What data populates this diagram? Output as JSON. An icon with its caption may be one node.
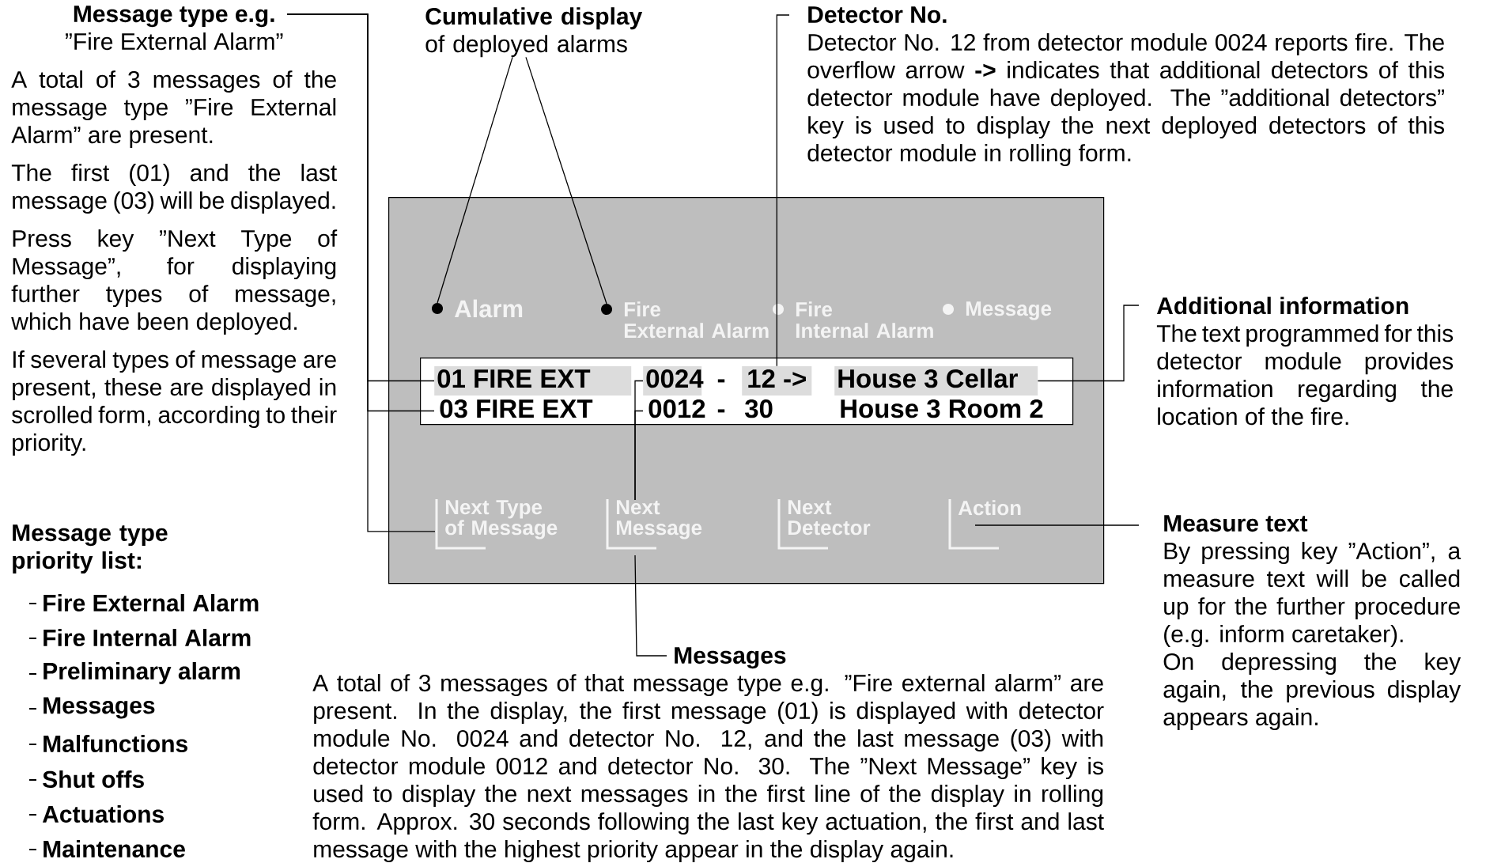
{
  "diagram": {
    "nodes": [
      {
        "text": [
          "Message type e.g.",
          "”Fire External Alarm”",
          "A total of 3 messages of the message type ”Fire External Alarm” are present.",
          "The first (01) and the last message (03) will be displayed.",
          "Press key ”Next Type of Message”, for displaying further types of message, which have been deployed.",
          "If several types of message are present, these are displayed in scrolled form, according to their priority."
        ]
      },
      {
        "text": [
          "Cumulative display",
          "of deployed alarms"
        ]
      },
      {
        "text": [
          "Detector No.",
          "Detector No. 12 from detector module 0024 reports fire. The overflow arrow **->** indicates that additional detectors of this detector module have deployed. The ”additional detectors” key is used to display the next deployed detectors of this detector module in rolling form."
        ]
      },
      {
        "text": [
          "Additional information",
          "The text programmed for this detector module provides information regarding the location of the fire."
        ]
      },
      {
        "text": [
          "Measure text",
          "By pressing key ”Action”, a measure text will be called up for the further procedure (e.g. inform caretaker).",
          "On depressing the key again, the previous display appears again."
        ]
      },
      {
        "text": [
          "Messages",
          "A total of 3 messages of that message type e.g. ”Fire external alarm” are present. In the display, the first message (01) is displayed with detector module No. 0024 and detector No. 12, and the last message (03) with detector module 0012 and detector No. 30. The ”Next Message” key is used to display the next messages in the first line of the display in rolling form. Approx. 30 seconds following the last key actuation, the first and last message with the highest priority appear in the display again."
        ]
      },
      {
        "text": [],
        "shape": "box"
      },
      {
        "text": [
          "Alarm"
        ],
        "in": 6
      },
      {
        "text": [
          "Fire External Alarm"
        ],
        "in": 6
      },
      {
        "text": [
          "Fire Internal Alarm"
        ],
        "in": 6
      },
      {
        "text": [
          "Message"
        ],
        "in": 6
      },
      {
        "text": [],
        "shape": "box",
        "in": 6
      },
      {
        "text": [
          "01 FIRE EXT"
        ],
        "in": 11
      },
      {
        "text": [
          "0024"
        ],
        "in": 11
      },
      {
        "text": [
          "12 ->"
        ],
        "in": 11
      },
      {
        "text": [
          "House 3 Cellar"
        ],
        "in": 11
      },
      {
        "text": [
          "03 FIRE EXT"
        ],
        "in": 11
      },
      {
        "text": [
          "0012"
        ],
        "in": 11
      },
      {
        "text": [
          "Next Type of Message"
        ],
        "in": 6
      },
      {
        "text": [
          "Next Message"
        ],
        "in": 6
      },
      {
        "text": [
          "Next Detector"
        ],
        "in": 6
      },
      {
        "text": [
          "Action"
        ],
        "in": 6
      }
    ],
    "edges": [
      {
        "from": 0,
        "to": 12,
        "arrow": "none"
      },
      {
        "from": 0,
        "to": 16,
        "arrow": "none"
      },
      {
        "from": 0,
        "to": 18,
        "arrow": "none"
      },
      {
        "from": 1,
        "to": 7,
        "arrow": "none"
      },
      {
        "from": 1,
        "to": 8,
        "arrow": "none"
      },
      {
        "from": 2,
        "to": 14,
        "arrow": "none"
      },
      {
        "from": 3,
        "to": 15,
        "arrow": "none"
      },
      {
        "from": 4,
        "to": 21,
        "arrow": "none"
      },
      {
        "from": 5,
        "to": 19,
        "arrow": "none"
      },
      {
        "from": 19,
        "to": 13,
        "arrow": "none"
      },
      {
        "from": 19,
        "to": 17,
        "arrow": "none"
      }
    ],
    "labels": [
      "-",
      "-",
      "30",
      "House 3 Room 2",
      "Message type priority list:",
      "Fire External Alarm",
      "Fire Internal Alarm",
      "Preliminary alarm",
      "Messages",
      "Malfunctions",
      "Shut offs",
      "Actuations",
      "Maintenance"
    ]
  }
}
